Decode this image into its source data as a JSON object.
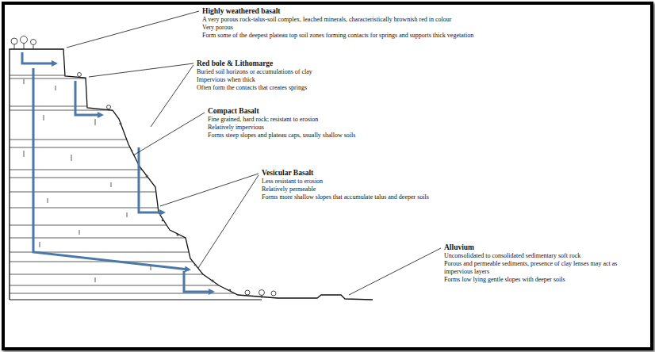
{
  "diagram": {
    "labels": [
      "Highly weathered basalt",
      "A very porous rock-talus-soil complex, leached minerals, characteristically brownish red in colour",
      "Very porous",
      "Form some of the deepest plateau top soil zones forming contacts for springs and supports thick vegetation",
      "Red bole & Lithomarge",
      "Buried soil horizons or accumulations of clay",
      "Impervious when thick",
      "Often form the contacts that creates springs",
      "Compact Basalt",
      "Fine grained, hard rock; resistant to erosion",
      "Relatively impervious",
      "Forms steep slopes and plateau caps, usually shallow soils",
      "Vesicular Basalt",
      "Less resistant to erosion",
      "Relatively permeable",
      "Forms more shallow slopes that accumulate talus and deeper soils",
      "Alluvium",
      "Unconsolidated to consolidated sedimentary soft rock",
      "Porous and permeable sediments, presence of clay lenses may act as impervious layers",
      "Forms low lying gentle slopes with deeper soils"
    ]
  }
}
